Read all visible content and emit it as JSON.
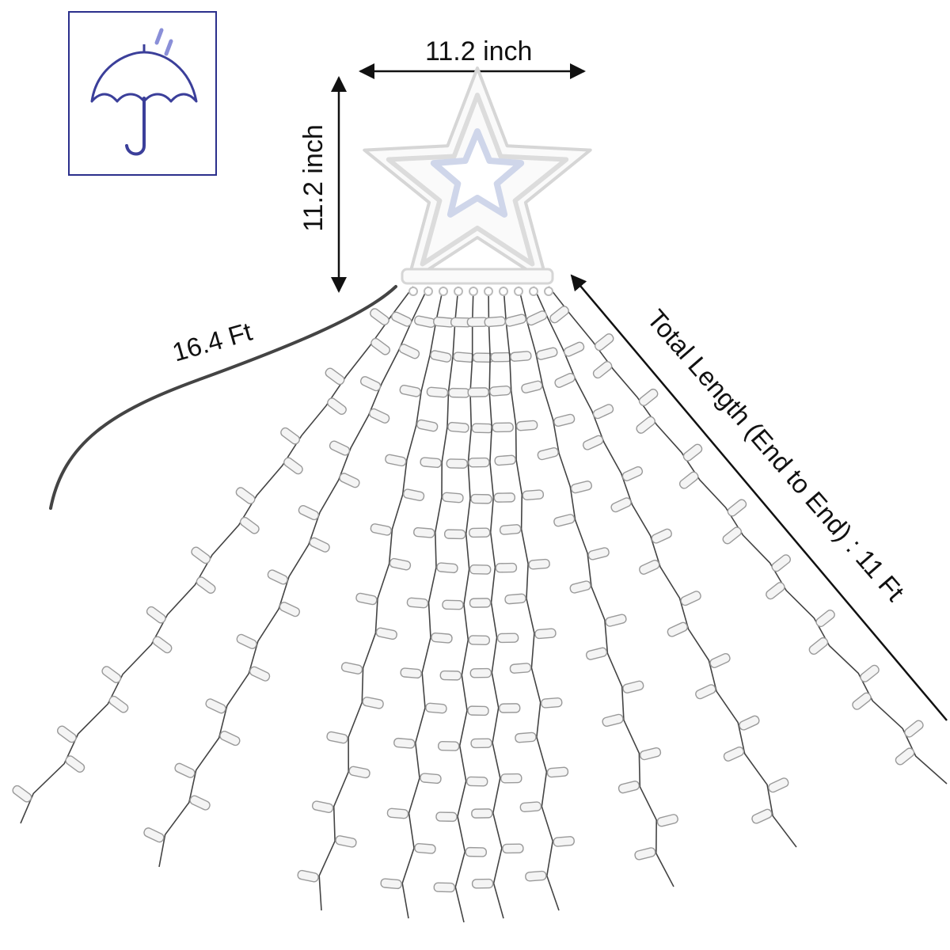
{
  "dimensions": {
    "star_width": "11.2 inch",
    "star_height": "11.2 inch",
    "cable_length": "16.4 Ft",
    "total_length": "Total Length (End to End) : 11 Ft"
  },
  "icons": {
    "badge": "umbrella-rain-icon",
    "product": "star-topper-icon"
  },
  "colors": {
    "badge_border": "#2b2f8c",
    "umbrella": "#3b3f9a",
    "rain": "#8a8fd8",
    "wire": "#444444",
    "bulb": "#f4f4f4"
  }
}
